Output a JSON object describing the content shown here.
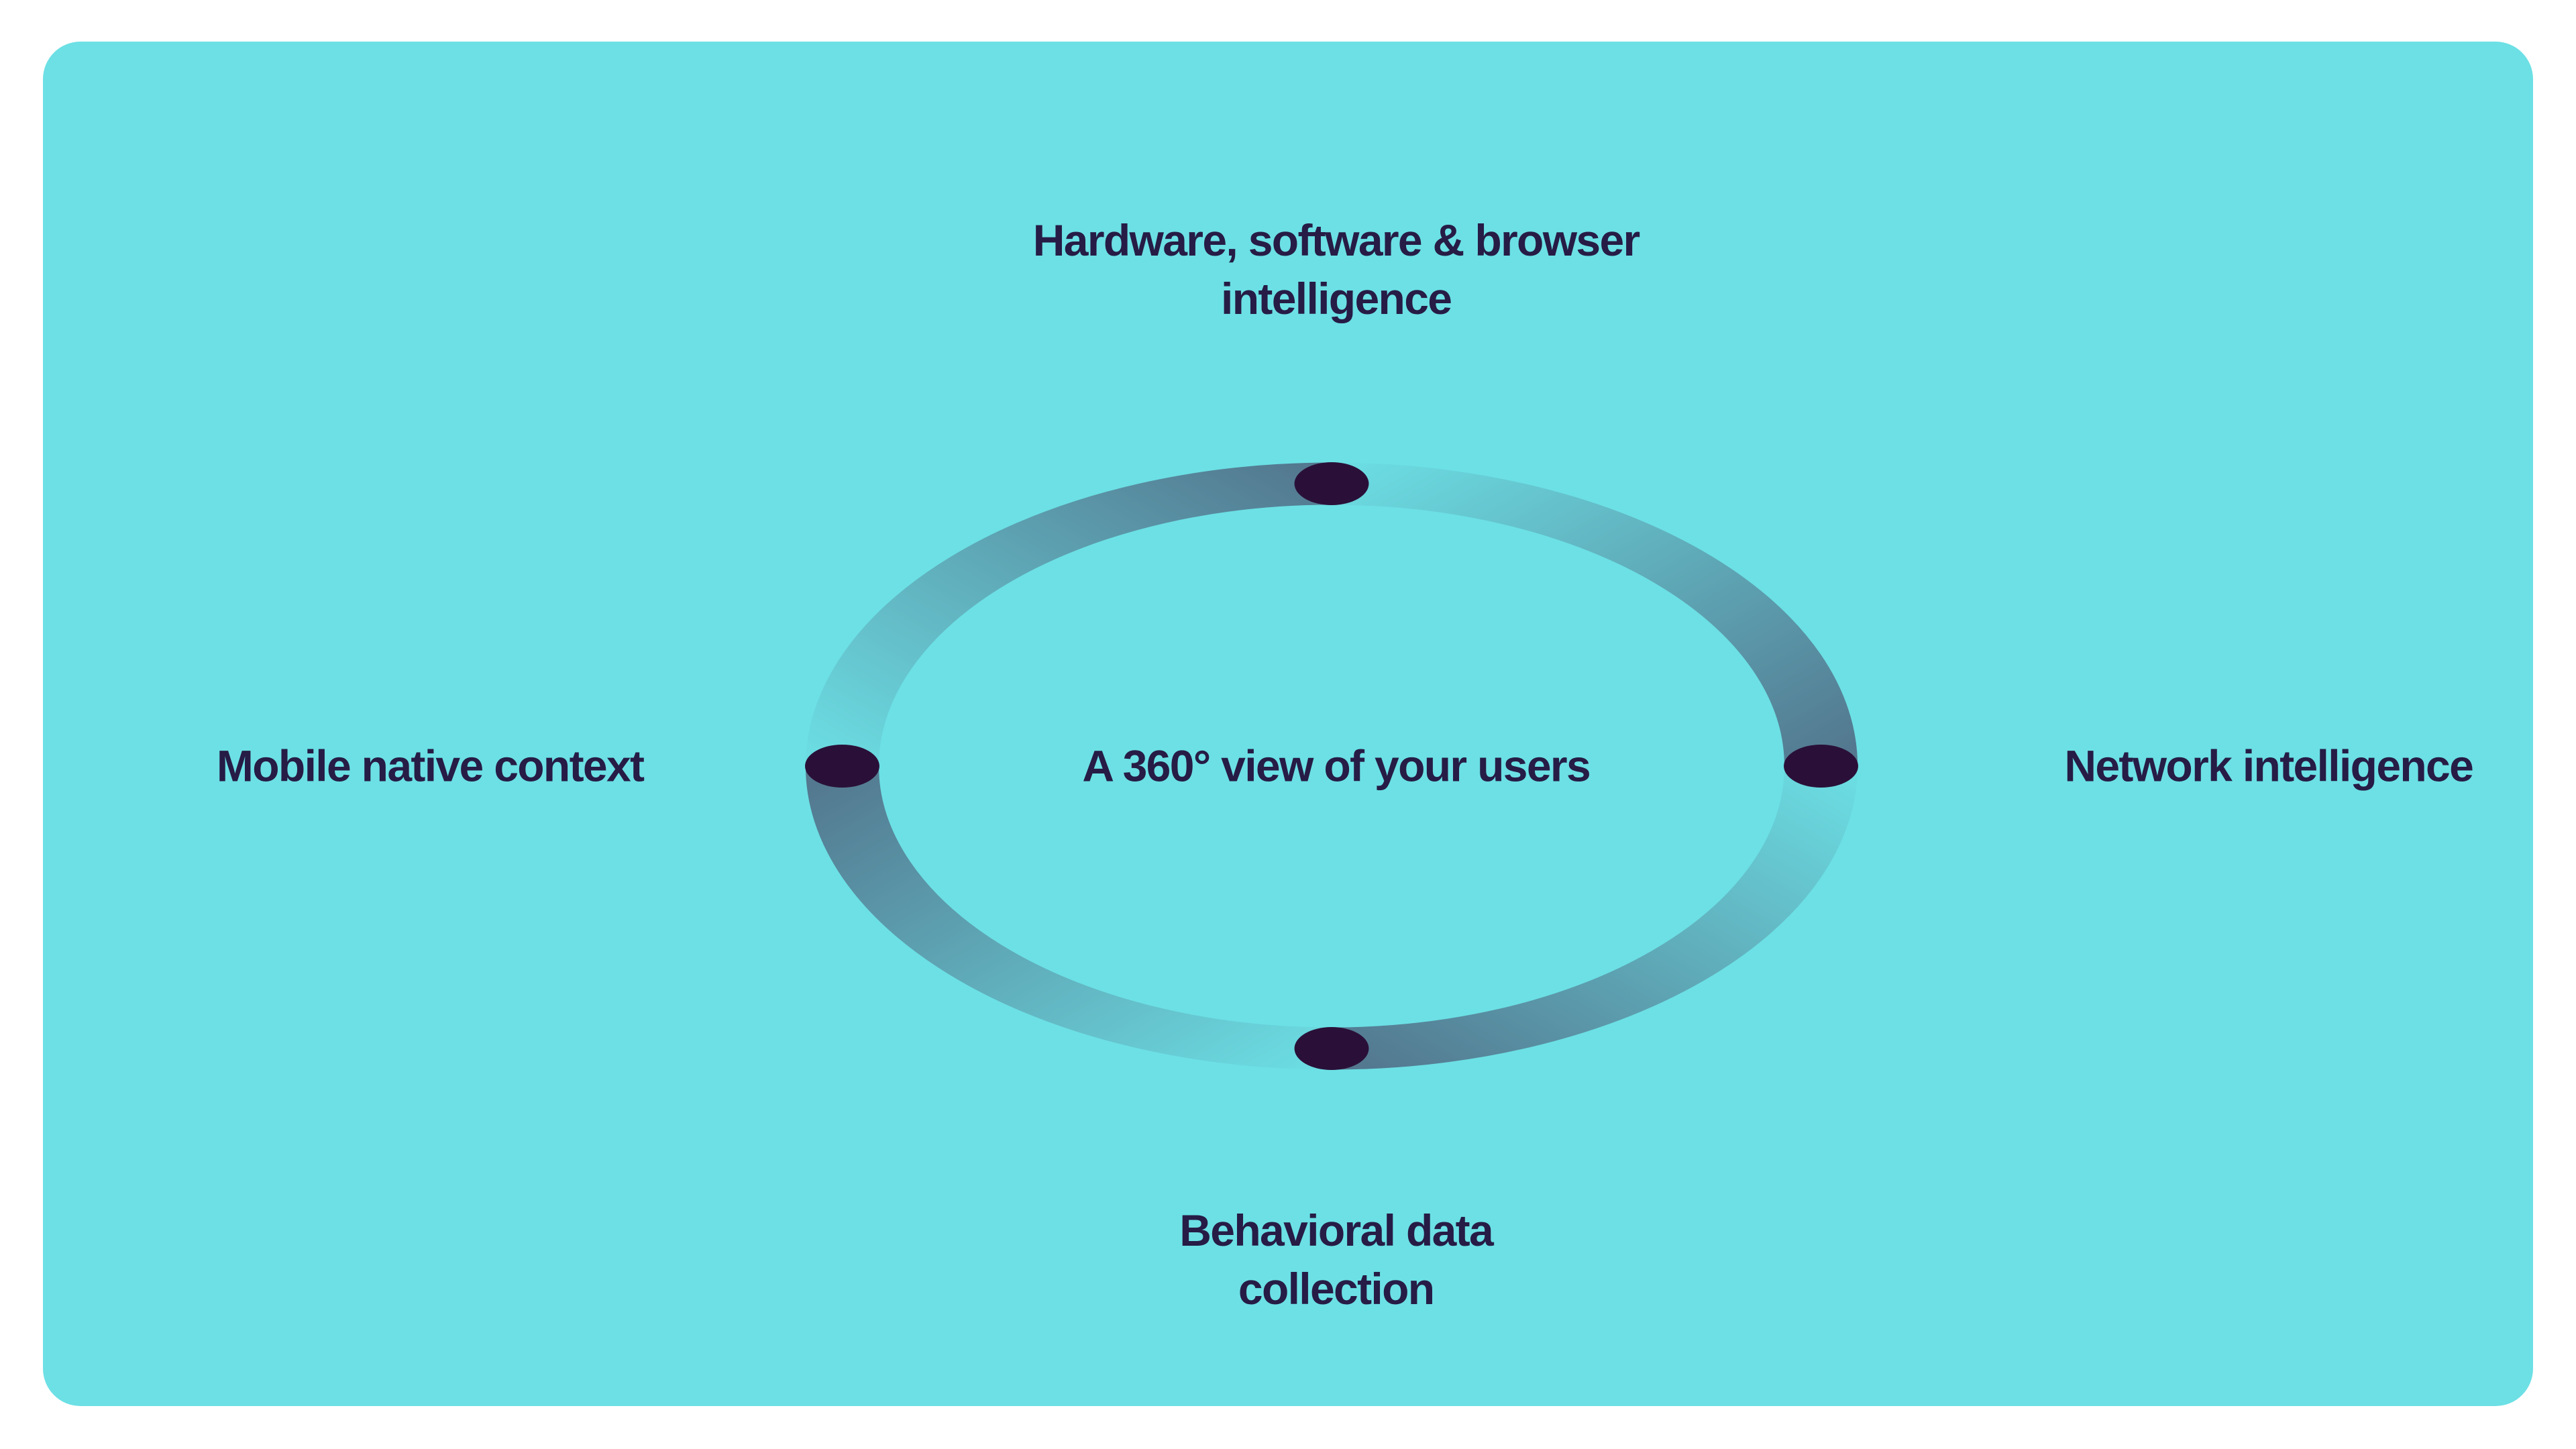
{
  "colors": {
    "page-bg": "#ffffff",
    "card-bg": "#6ce0e5",
    "ink": "#261c45",
    "dot": "#2a1038",
    "ring-dark": "#53788f"
  },
  "diagram": {
    "center_label": {
      "text": "A 360° view of your users"
    },
    "labels": {
      "top": {
        "lines": [
          "Hardware, software & browser",
          "intelligence"
        ]
      },
      "right": {
        "lines": [
          "Network intelligence"
        ]
      },
      "bottom": {
        "lines": [
          "Behavioral data",
          "collection"
        ]
      },
      "left": {
        "lines": [
          "Mobile native context"
        ]
      }
    }
  }
}
